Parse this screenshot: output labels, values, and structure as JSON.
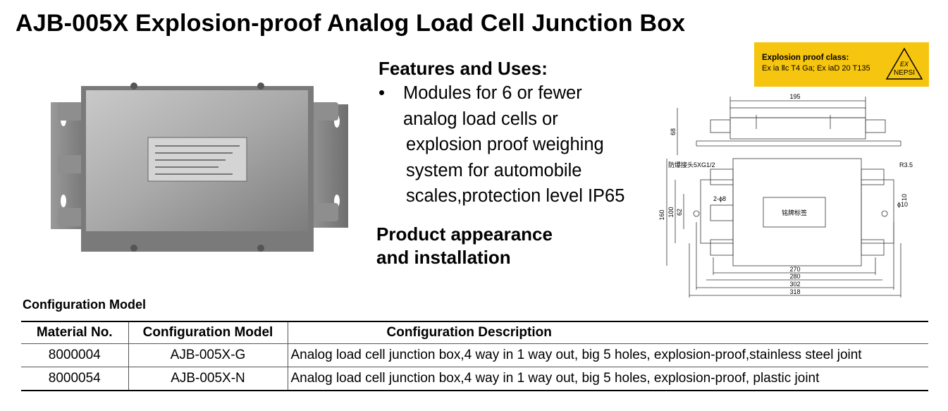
{
  "title": "AJB-005X Explosion-proof Analog Load Cell Junction Box",
  "features": {
    "heading": "Features and Uses:",
    "bullet": "•",
    "lines": [
      "Modules for 6 or fewer",
      "analog load cells or",
      "explosion proof weighing",
      "system for automobile",
      "scales,protection level IP65"
    ]
  },
  "appearance": {
    "lines": [
      "Product appearance",
      "and installation"
    ]
  },
  "explosion_badge": {
    "title": "Explosion proof class:",
    "detail": "Ex ia  Ⅱc T4 Ga; Ex iaD  20  T135",
    "logo_top": "EX",
    "logo_bottom": "NEPSI",
    "color": "#f6c50f"
  },
  "drawing": {
    "dim_top": "195",
    "dim_height_side": "68",
    "connector_note": "防爆接头5XG1/2",
    "radius": "R3.5",
    "hole_note": "2-ϕ8",
    "small_dim": "10",
    "diameter": "ϕ10",
    "plate_label": "铭牌标签",
    "left_dims": [
      "160",
      "100",
      "62"
    ],
    "bottom_dims": [
      "270",
      "280",
      "302",
      "318"
    ]
  },
  "config": {
    "heading": "Configuration Model",
    "columns": [
      "Material No.",
      "Configuration Model",
      "Configuration Description"
    ],
    "rows": [
      [
        "8000004",
        "AJB-005X-G",
        "Analog load cell junction box,4 way in 1 way out, big 5 holes, explosion-proof,stainless steel joint"
      ],
      [
        "8000054",
        "AJB-005X-N",
        "Analog load cell junction box,4 way in 1 way out, big 5 holes, explosion-proof, plastic joint"
      ]
    ]
  }
}
